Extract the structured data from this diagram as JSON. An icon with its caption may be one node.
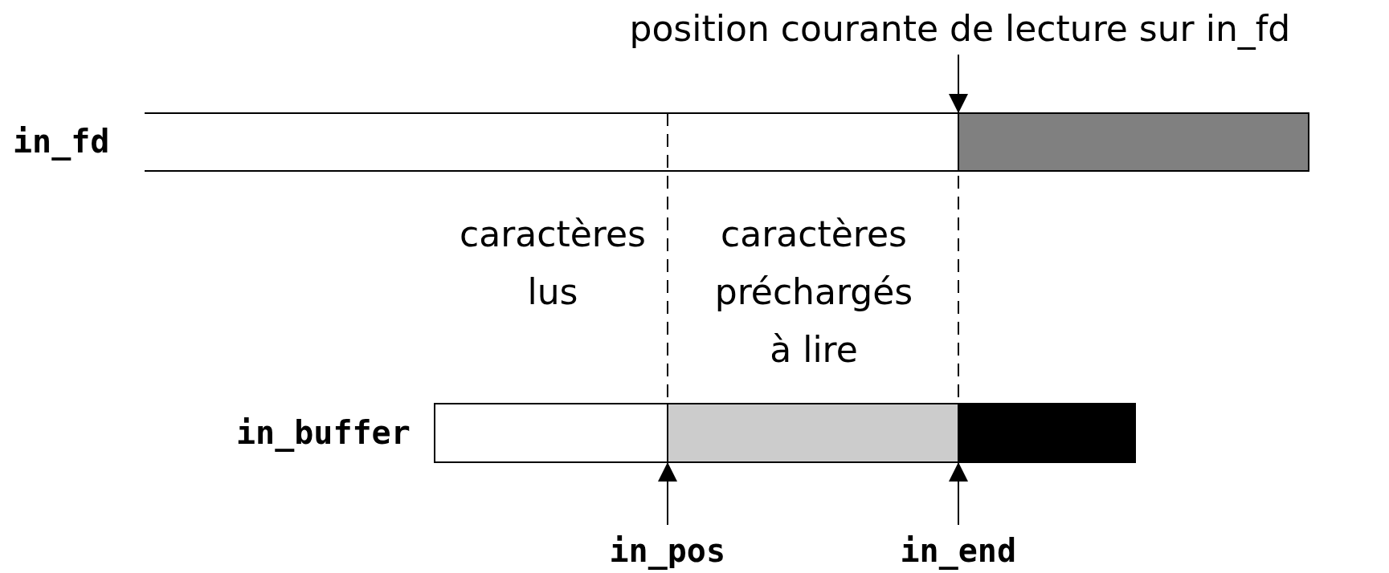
{
  "diagram": {
    "nodes": [
      {
        "text": [
          "position courante de lecture sur in_fd"
        ]
      },
      {
        "text": [],
        "shape": "bar",
        "beside": [
          "in_fd"
        ]
      },
      {
        "text": [],
        "shape": "bar",
        "beside": [
          "in_buffer"
        ]
      },
      {
        "text": [
          "in_pos"
        ]
      },
      {
        "text": [
          "in_end"
        ]
      }
    ],
    "edges": [
      {
        "from": 0,
        "to": 1,
        "arrow": "to"
      },
      {
        "from": 3,
        "to": 2,
        "arrow": "to"
      },
      {
        "from": 4,
        "to": 2,
        "arrow": "to"
      }
    ],
    "labels": [
      "caractères lus",
      "caractères préchargés à lire"
    ]
  }
}
